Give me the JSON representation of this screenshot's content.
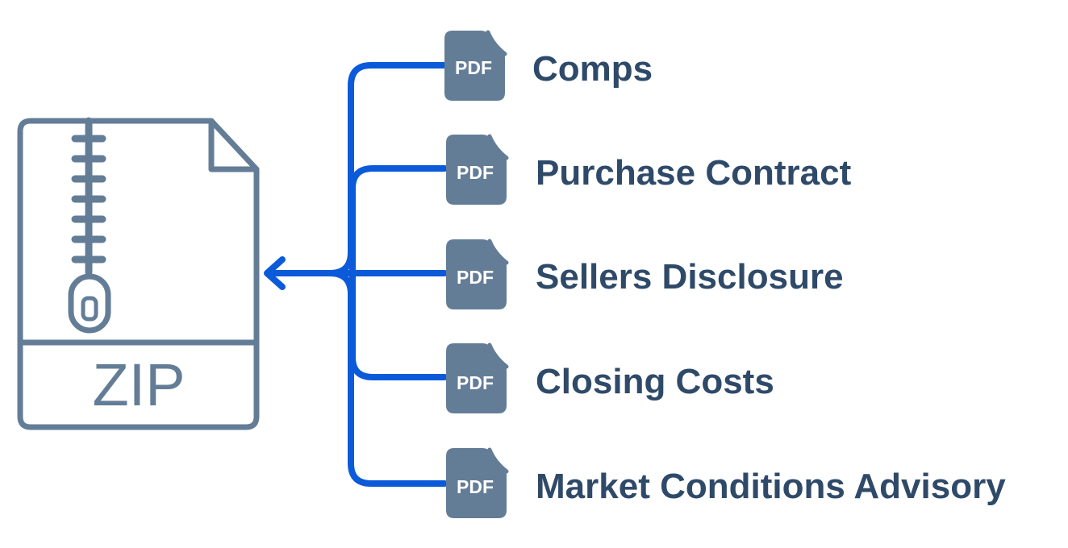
{
  "colors": {
    "icon_slate": "#647d97",
    "connector_blue": "#0b5ad9",
    "label_navy": "#2f4a69",
    "pdf_text": "#ffffff"
  },
  "zip_icon": {
    "icon": "zip-archive-icon",
    "label": "ZIP"
  },
  "documents": [
    {
      "icon": "pdf-file-icon",
      "badge": "PDF",
      "label": "Comps"
    },
    {
      "icon": "pdf-file-icon",
      "badge": "PDF",
      "label": "Purchase Contract"
    },
    {
      "icon": "pdf-file-icon",
      "badge": "PDF",
      "label": "Sellers Disclosure"
    },
    {
      "icon": "pdf-file-icon",
      "badge": "PDF",
      "label": "Closing Costs"
    },
    {
      "icon": "pdf-file-icon",
      "badge": "PDF",
      "label": "Market Conditions Advisory"
    }
  ]
}
